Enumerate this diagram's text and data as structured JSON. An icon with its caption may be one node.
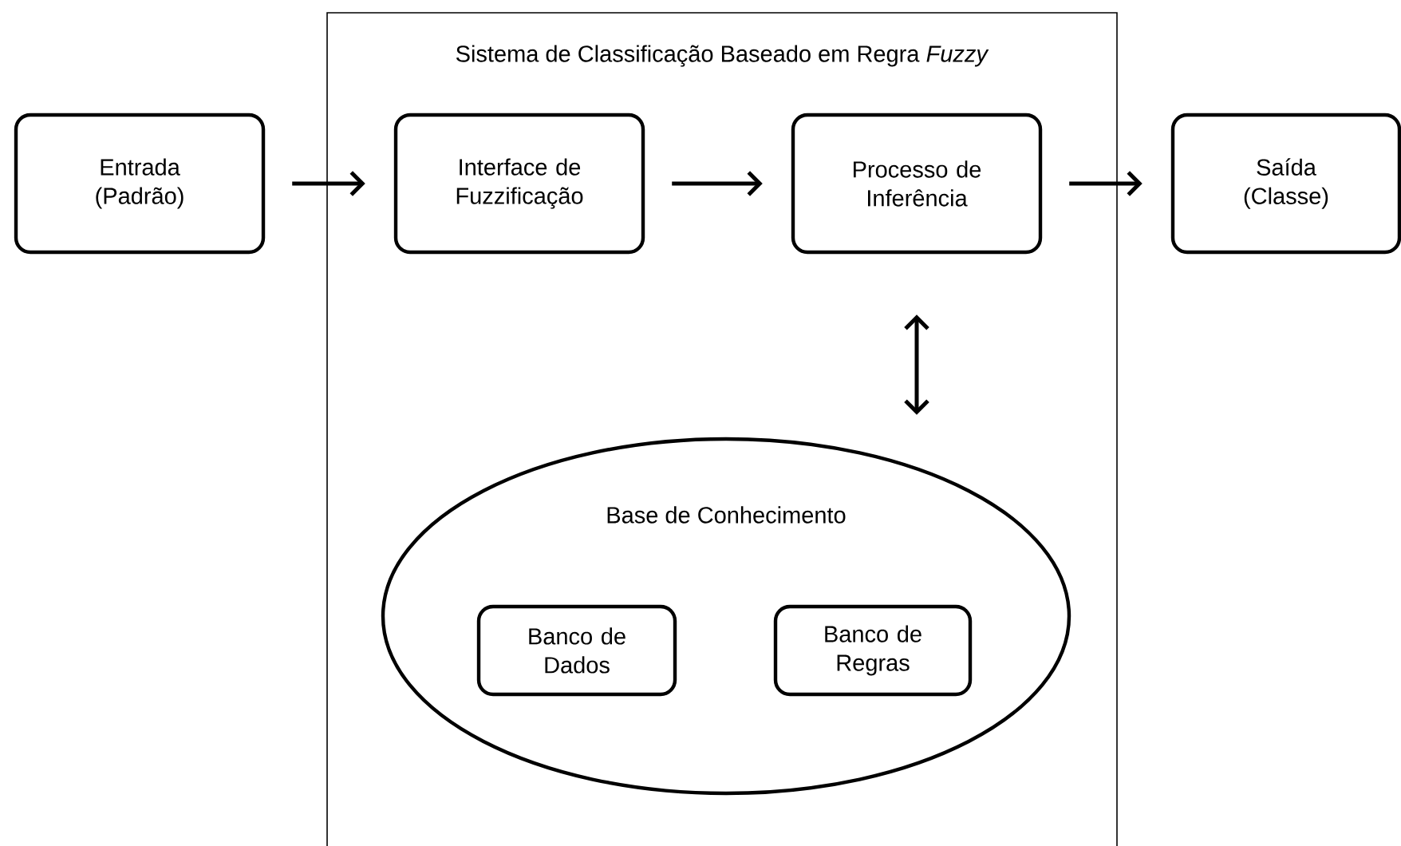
{
  "diagram": {
    "nodes": [
      {
        "text": [
          "Sistema de Classificação Baseado em Regra *Fuzzy*"
        ]
      },
      {
        "text": [
          "Entrada (Padrão)"
        ]
      },
      {
        "text": [
          "Interface de Fuzzificação"
        ],
        "in": 0
      },
      {
        "text": [
          "Processo de Inferência"
        ],
        "in": 0
      },
      {
        "text": [
          "Saída (Classe)"
        ]
      },
      {
        "text": [
          "Base de Conhecimento"
        ],
        "in": 0
      },
      {
        "text": [
          "Banco de Dados"
        ],
        "in": 5
      },
      {
        "text": [
          "Banco de Regras"
        ],
        "in": 5
      }
    ],
    "edges": [
      {
        "from": 1,
        "to": 2,
        "arrow": "to"
      },
      {
        "from": 2,
        "to": 3,
        "arrow": "to"
      },
      {
        "from": 3,
        "to": 4,
        "arrow": "to"
      },
      {
        "from": 3,
        "to": 5,
        "arrow": "both"
      }
    ]
  }
}
